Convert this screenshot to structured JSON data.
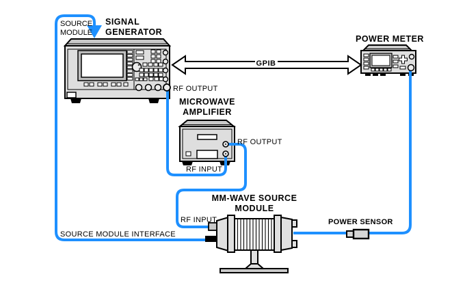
{
  "colors": {
    "cable": "#1e90ff",
    "chassis": "#dedede",
    "lid": "#cccccc"
  },
  "labels": {
    "source_module": "SOURCE MODULE",
    "signal_generator": "SIGNAL GENERATOR",
    "power_meter": "POWER METER",
    "gpib": "GPIB",
    "sig_gen_rf_output": "RF OUTPUT",
    "microwave_amplifier": "MICROWAVE AMPLIFIER",
    "amp_rf_output": "RF OUTPUT",
    "amp_rf_input": "RF INPUT",
    "mm_wave_source_module": "MM-WAVE SOURCE MODULE",
    "module_rf_input": "RF INPUT",
    "power_sensor": "POWER SENSOR",
    "source_module_interface": "SOURCE MODULE INTERFACE"
  }
}
